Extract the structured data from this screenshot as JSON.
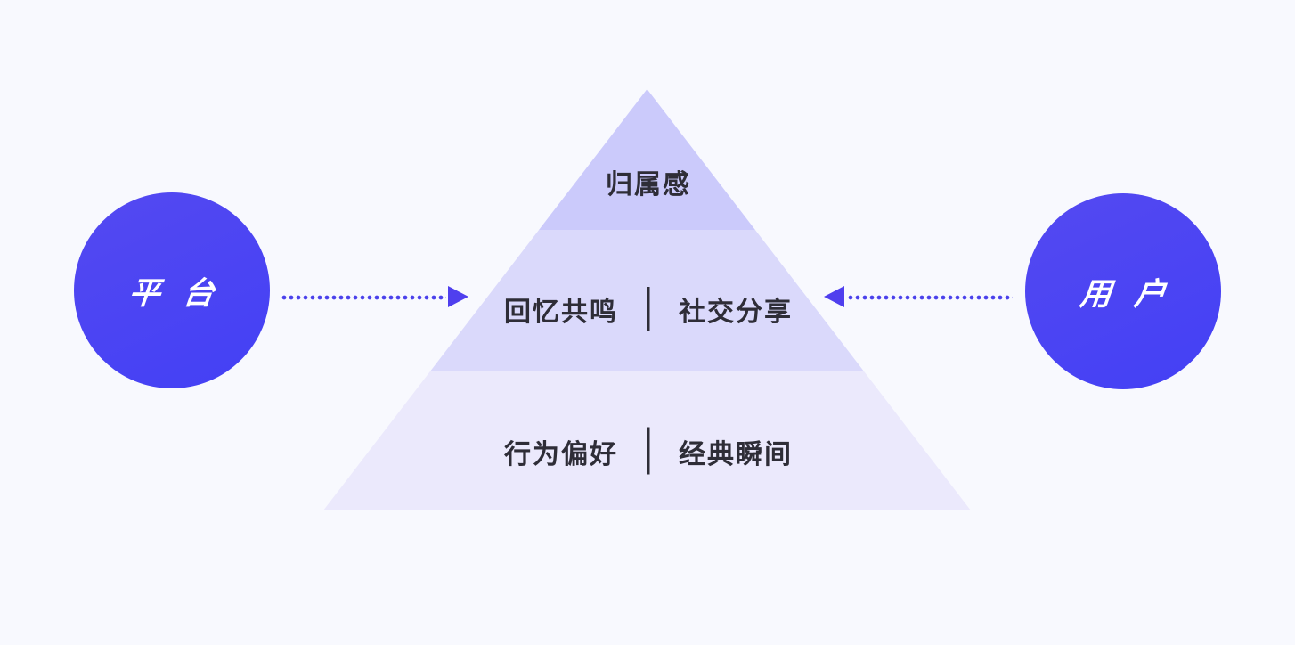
{
  "nodes": {
    "platform": {
      "label": "平 台"
    },
    "user": {
      "label": "用 户"
    }
  },
  "pyramid": {
    "tiers": [
      {
        "name": "top",
        "labels": [
          "归属感"
        ]
      },
      {
        "name": "middle",
        "labels": [
          "回忆共鸣",
          "社交分享"
        ]
      },
      {
        "name": "bottom",
        "labels": [
          "行为偏好",
          "经典瞬间"
        ]
      }
    ]
  },
  "arrows": [
    {
      "from": "platform",
      "to": "pyramid",
      "direction": "right",
      "style": "dotted"
    },
    {
      "from": "user",
      "to": "pyramid",
      "direction": "left",
      "style": "dotted"
    }
  ],
  "colors": {
    "background": "#f8f9fe",
    "tier_top": "#cbcafb",
    "tier_middle": "#dad9fb",
    "tier_bottom": "#ebe9fc",
    "node_gradient_start": "#5449f1",
    "node_gradient_end": "#4340f5",
    "arrow": "#4b42eb",
    "arrowhead": "#4f3fee",
    "text_dark": "#2e2d37"
  }
}
